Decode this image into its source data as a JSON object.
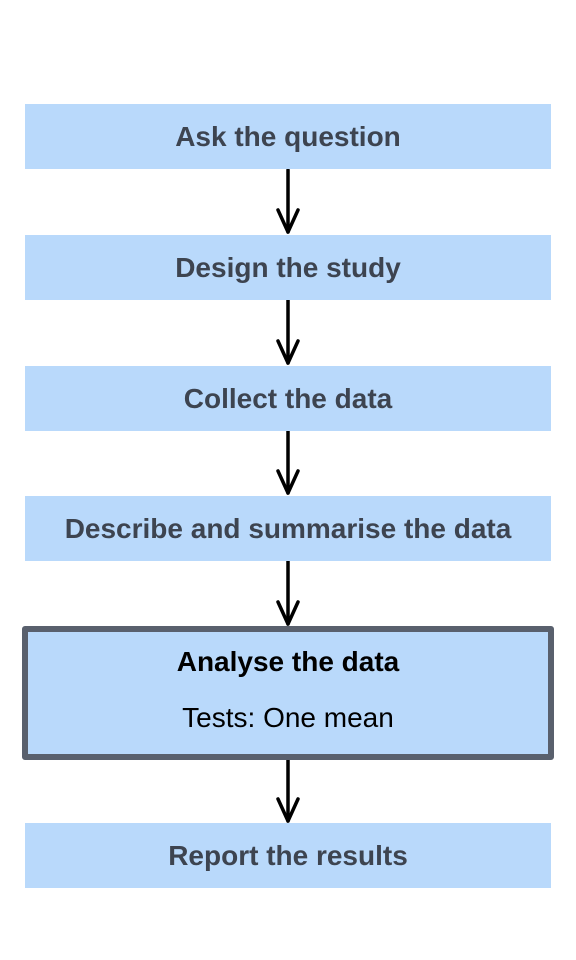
{
  "flowchart": {
    "steps": [
      {
        "label": "Ask the question"
      },
      {
        "label": "Design the study"
      },
      {
        "label": "Collect the data"
      },
      {
        "label": "Describe and summarise the data"
      },
      {
        "label": "Analyse the data",
        "detail": "Tests: One mean",
        "highlighted": true
      },
      {
        "label": "Report the results"
      }
    ]
  },
  "colors": {
    "box_fill": "#b9d9fb",
    "box_text": "#3d4450",
    "highlight_border": "#59606d",
    "arrow": "#000000"
  }
}
